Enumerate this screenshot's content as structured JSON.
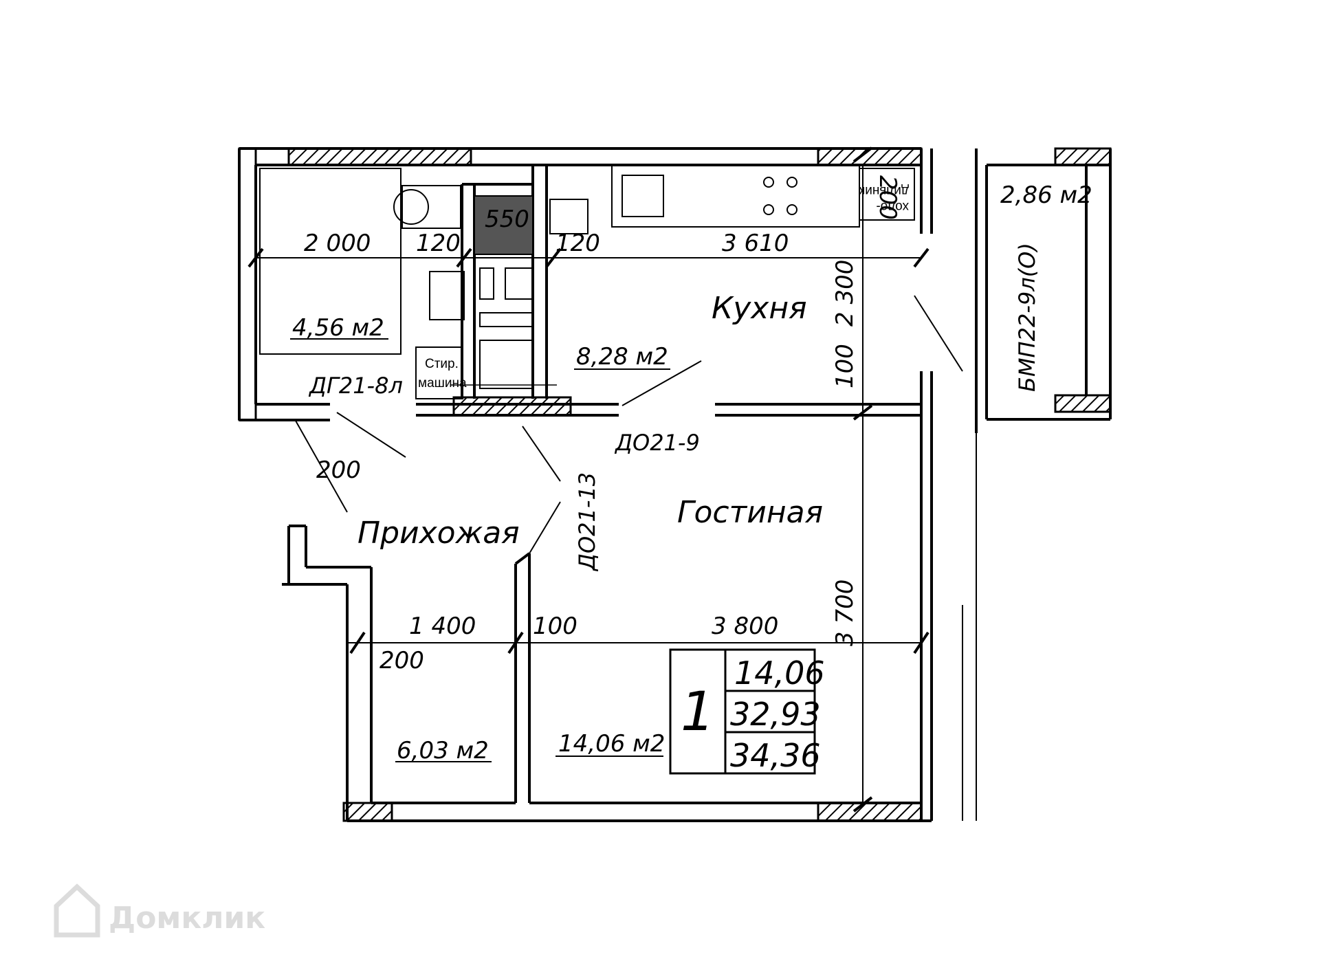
{
  "rooms": {
    "bathroom_area": "4,56 м2",
    "kitchen_name": "Кухня",
    "kitchen_area": "8,28 м2",
    "balcony_area": "2,86 м2",
    "hall_name": "Прихожая",
    "hall_closet_area": "6,03 м2",
    "living_name": "Гостиная",
    "living_area": "14,06 м2"
  },
  "dimensions": {
    "bath_width": "2 000",
    "wall_120_a": "120",
    "wall_120_b": "120",
    "kitchen_width": "3 610",
    "kitchen_depth": "2 300",
    "wall_100_right": "100",
    "wall_200_left": "200",
    "hall_width": "1 400",
    "wall_100_bottom": "100",
    "living_width": "3 800",
    "living_depth": "3 700",
    "wall_200_bottom": "200",
    "vent_550": "550",
    "fridge_200": "200"
  },
  "doors": {
    "bath_door": "ДГ21-8л",
    "kitchen_door": "ДО21-9",
    "living_door": "ДО21-13",
    "balcony_door": "БМП22-9л(О)"
  },
  "labels": {
    "washer_line1": "Стир.",
    "washer_line2": "машина",
    "fridge_line1": "холо-",
    "fridge_line2": "дильник"
  },
  "summary": {
    "apartment_number": "1",
    "living_area": "14,06",
    "total_area": "32,93",
    "total_with_balcony": "34,36"
  },
  "watermark": {
    "text": "Домклик"
  },
  "colors": {
    "line": "#000000",
    "hatch_wall": "#555555",
    "watermark": "#dcdcdc"
  }
}
